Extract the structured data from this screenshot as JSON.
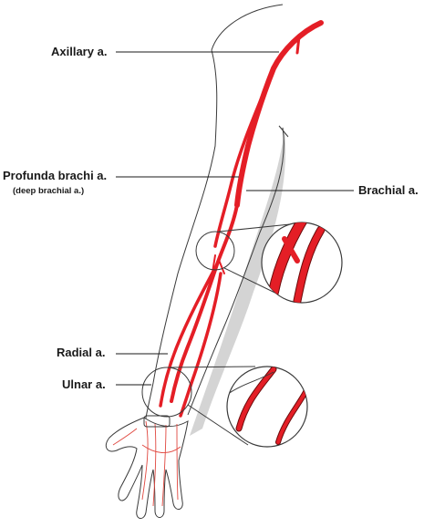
{
  "labels": {
    "axillary": "Axillary a.",
    "profunda": "Profunda brachi a.",
    "profunda_sub": "(deep brachial a.)",
    "brachial": "Brachial a.",
    "radial": "Radial a.",
    "ulnar": "Ulnar a."
  },
  "colors": {
    "artery": "#e41e26",
    "artery_outline": "#6b0b0b",
    "outline": "#3a3a3a",
    "shadow": "#c8c8c8",
    "hand_vessel": "#e0473f"
  }
}
